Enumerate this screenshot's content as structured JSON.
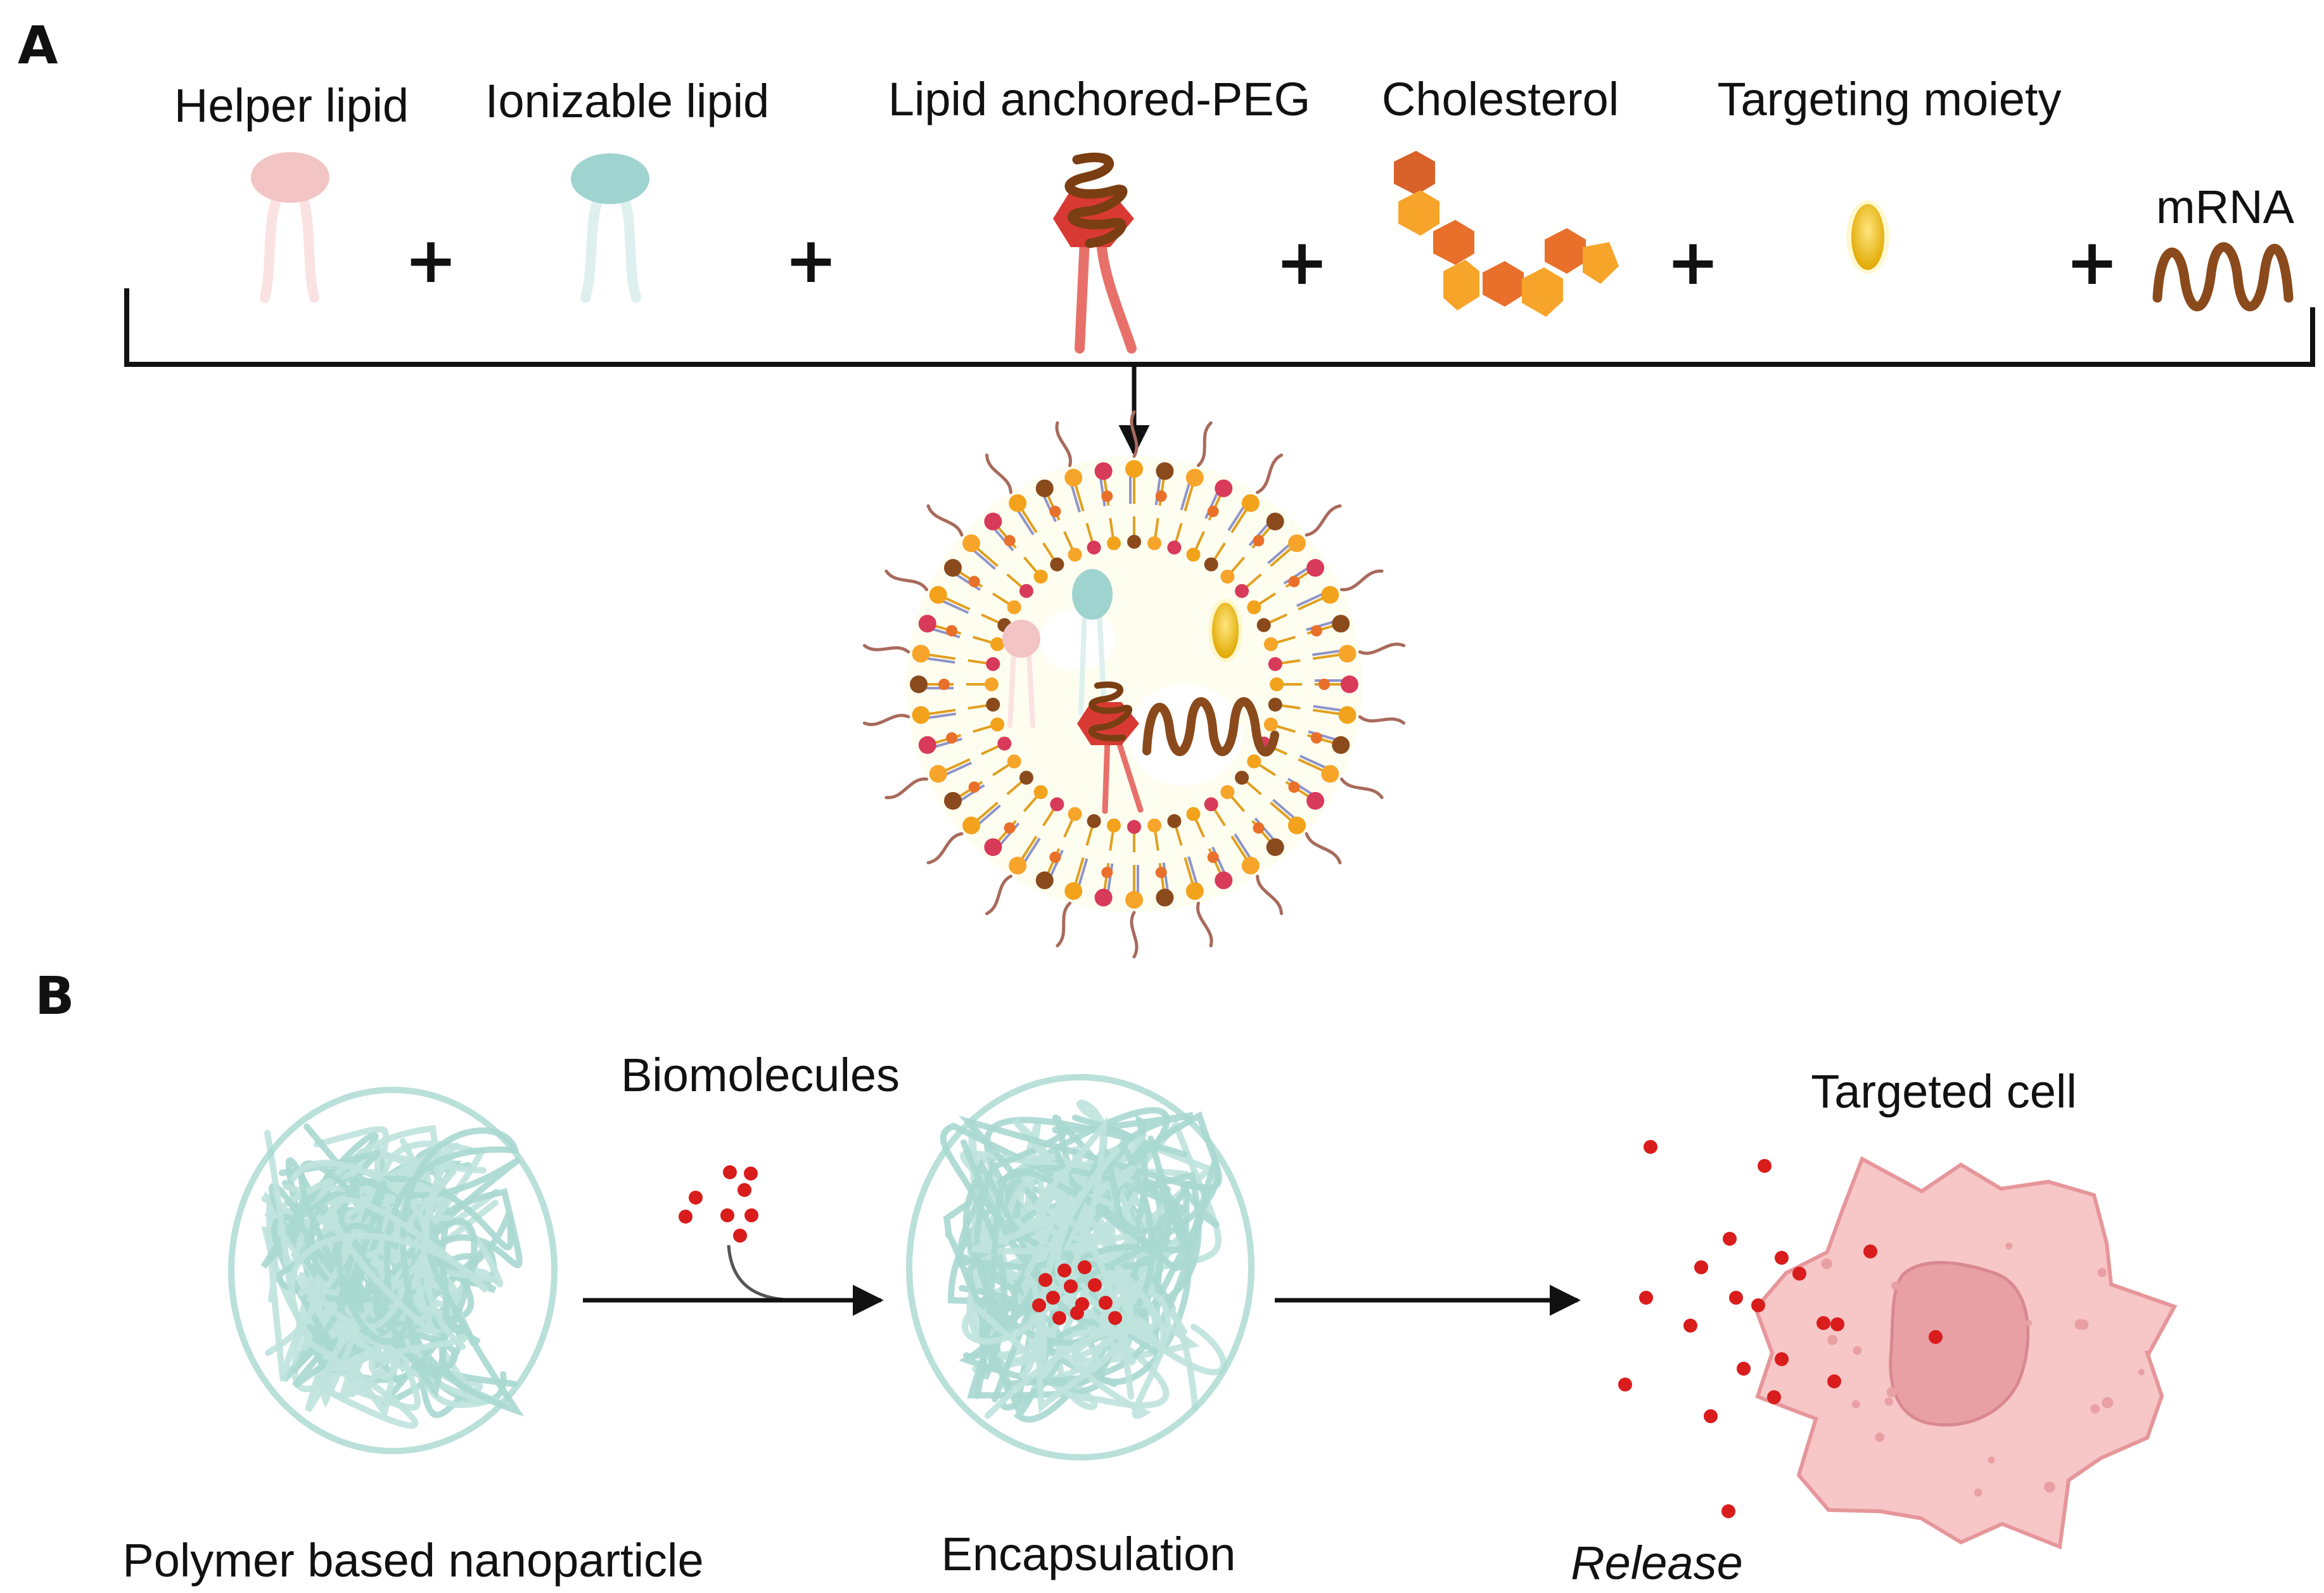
{
  "panel_a": {
    "letter": "A",
    "components": [
      {
        "label": "Helper lipid",
        "icon": "helper-lipid-icon"
      },
      {
        "label": "Ionizable lipid",
        "icon": "ionizable-lipid-icon"
      },
      {
        "label": "Lipid anchored-PEG",
        "icon": "peg-lipid-icon"
      },
      {
        "label": "Cholesterol",
        "icon": "cholesterol-icon"
      },
      {
        "label": "Targeting moiety",
        "icon": "targeting-moiety-icon"
      },
      {
        "label": "mRNA",
        "icon": "mrna-icon"
      }
    ],
    "plus_sign": "+"
  },
  "panel_b": {
    "letter": "B",
    "labels": {
      "polymer": "Polymer based nanoparticle",
      "biomolecules": "Biomolecules",
      "encapsulation": "Encapsulation",
      "release": "Release",
      "targeted_cell": "Targeted cell"
    }
  },
  "colors": {
    "helper_lipid": "#f2c4c4",
    "ionizable_lipid": "#9fd3cf",
    "peg_red": "#e0403a",
    "mrna_brown": "#8a4a1c",
    "cholesterol_orange": "#e8702a",
    "cholesterol_light": "#f7a52a",
    "targeting_yellow": "#f0c419",
    "polymer_teal": "#bfe3dd",
    "biomolecule_red": "#d91c1c",
    "cell_pink": "#f5b3b5",
    "nucleus_pink": "#e48f95"
  }
}
